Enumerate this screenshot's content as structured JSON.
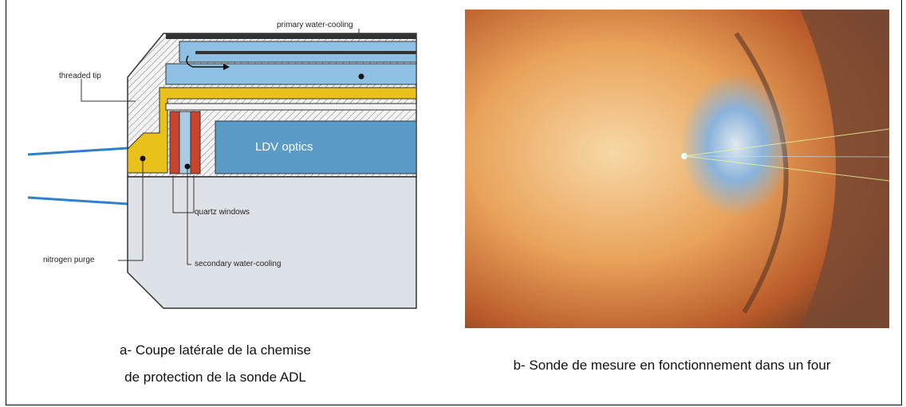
{
  "diagram": {
    "labels": {
      "primary_water_cooling": "primary water-cooling",
      "threaded_tip": "threaded tip",
      "ldv_optics": "LDV optics",
      "quartz_windows": "quartz windows",
      "nitrogen_purge": "nitrogen purge",
      "secondary_water_cooling": "secondary water-cooling"
    },
    "colors": {
      "water_blue": "#7fb0d8",
      "optics_blue": "#5b9bc8",
      "purge_yellow": "#e8c21a",
      "window_red": "#c8442a",
      "body_grey": "#dde2e8",
      "beam_blue": "#2f7fd0"
    }
  },
  "captions": {
    "a_line1": "a- Coupe latérale de la chemise",
    "a_line2": "de protection de la sonde ADL",
    "b": "b- Sonde de mesure en fonctionnement dans un four"
  }
}
